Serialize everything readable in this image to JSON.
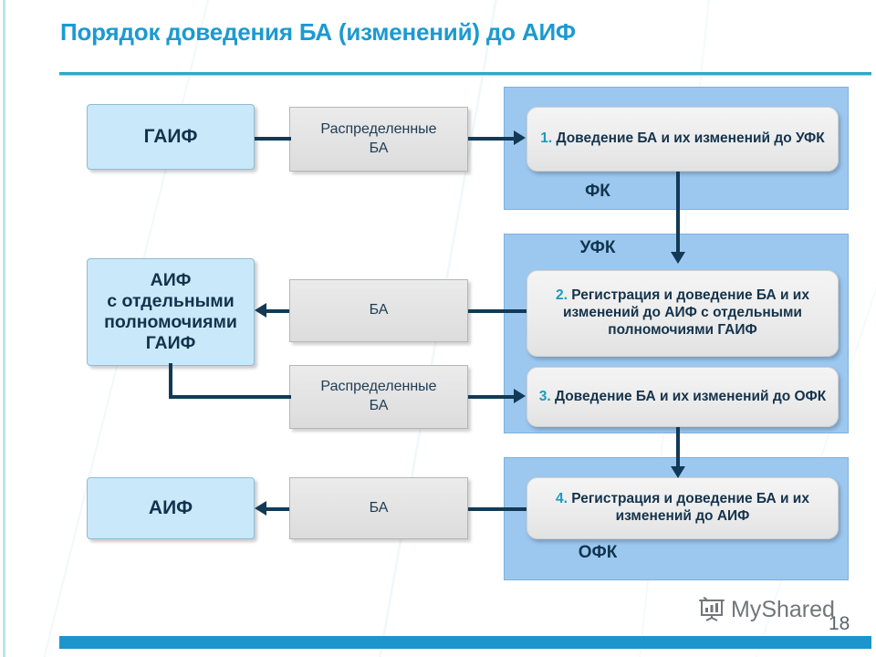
{
  "slide": {
    "title": "Порядок доведения БА (изменений) до АИФ",
    "page_number": "18",
    "watermark": "MyShared",
    "watermark_icon": "presentation-chart-icon"
  },
  "colors": {
    "title": "#1b9ad1",
    "rule": "#2aa9c9",
    "panel_fill": "#9cc8f0",
    "entity_fill": "#c9e8f9",
    "doc_fill": "#e4e4e4",
    "step_fill": "#ededed",
    "connector": "#123a56",
    "step_number": "#1b9ac0",
    "bottom_bar": "#1b95cc"
  },
  "entities": [
    {
      "id": "gaif",
      "label": "ГАИФ"
    },
    {
      "id": "aif-special",
      "label": "АИФ\nс отдельными\nполномочиями\nГАИФ"
    },
    {
      "id": "aif",
      "label": "АИФ"
    }
  ],
  "documents": [
    {
      "id": "doc-1",
      "label": "Распределенные\nБА"
    },
    {
      "id": "doc-2",
      "label": "БА"
    },
    {
      "id": "doc-3",
      "label": "Распределенные\nБА"
    },
    {
      "id": "doc-4",
      "label": "БА"
    }
  ],
  "regions": [
    {
      "id": "fk",
      "label": "ФК"
    },
    {
      "id": "ufk",
      "label": "УФК"
    },
    {
      "id": "ofk",
      "label": "ОФК"
    }
  ],
  "steps": [
    {
      "num": "1.",
      "text": "Доведение БА и их изменений до УФК"
    },
    {
      "num": "2.",
      "text": "Регистрация и доведение БА и их изменений до АИФ с отдельными полномочиями ГАИФ"
    },
    {
      "num": "3.",
      "text": "Доведение БА и их изменений до ОФК"
    },
    {
      "num": "4.",
      "text": "Регистрация и доведение БА и их изменений до АИФ"
    }
  ]
}
